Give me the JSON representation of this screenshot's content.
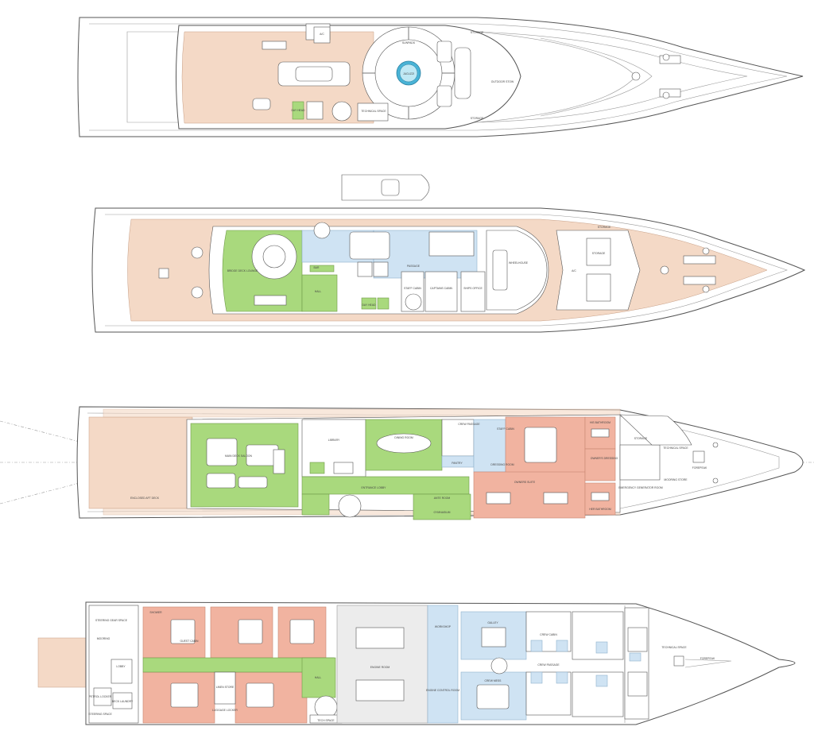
{
  "sun_deck": {
    "labels": {
      "jacuzzi": "JACUZZI",
      "sunpads": "SUNPADS",
      "storage": "STORAGE",
      "storage2": "STORAGE",
      "outdoor_stow": "OUTDOOR STOW",
      "technical_space": "TECHNICAL SPACE",
      "day_head": "DAY HEAD",
      "a_c": "A/C"
    }
  },
  "bridge_deck": {
    "labels": {
      "lounge": "BRIDGE DECK LOUNGE",
      "bar": "BAR",
      "hall": "HALL",
      "passage": "PASSAGE",
      "staff_cabin": "STAFF CABIN",
      "captains_cabin": "CAPTAINS CABIN",
      "ships_office": "SHIPS OFFICE",
      "wheelhouse": "WHEELHOUSE",
      "storage": "STORAGE",
      "day_head": "DAY HEAD",
      "storage2": "STORAGE",
      "a_c": "A/C"
    }
  },
  "main_deck": {
    "labels": {
      "saloon": "MAIN DECK SALOON",
      "aft_deck": "ENCLOSED AFT DECK",
      "library": "LIBRARY",
      "dining": "DINING ROOM",
      "pantry": "PANTRY",
      "entrance": "ENTRANCE LOBBY",
      "ante_room": "ANTE ROOM",
      "gymnasium": "GYMNASIUM",
      "staff_cabin": "STAFF CABIN",
      "owners_suite": "OWNERS SUITE",
      "dressing_room": "DRESSING ROOM",
      "his_bathroom": "HIS BATHROOM",
      "her_bathroom": "HER BATHROOM",
      "owners_dressing": "OWNER'S DRESSING",
      "storage": "STORAGE",
      "technical_space": "TECHNICAL SPACE",
      "forepeak": "FOREPEAK",
      "mooring": "MOORING STORE",
      "emergency": "EMERGENCY GENERATOR ROOM",
      "crew_passage": "CREW PASSAGE"
    }
  },
  "lower_deck": {
    "labels": {
      "shower": "SHOWER",
      "guest_cabin": "GUEST CABIN",
      "lobby": "LOBBY",
      "hall": "HALL",
      "luggage_locker": "LUGGAGE LOCKER",
      "linen_store": "LINEN STORE",
      "tech_space": "TECH SPACE",
      "engine_room": "ENGINE ROOM",
      "galley": "GALLEY",
      "crew_mess": "CREW MESS",
      "crew_passage": "CREW PASSAGE",
      "crew_cabin": "CREW CABIN",
      "technical_space": "TECHNICAL SPACE",
      "forepeak": "FOREPEAK",
      "steering_gear": "STEERING GEAR SPACE",
      "petrol_locker": "PETROL LOCKER",
      "steering": "STEERING SPACE",
      "deck_laundry": "DECK LAUNDRY",
      "mooring": "MOORING",
      "workshop": "WORKSHOP",
      "control_room": "ENGINE CONTROL ROOM"
    }
  }
}
